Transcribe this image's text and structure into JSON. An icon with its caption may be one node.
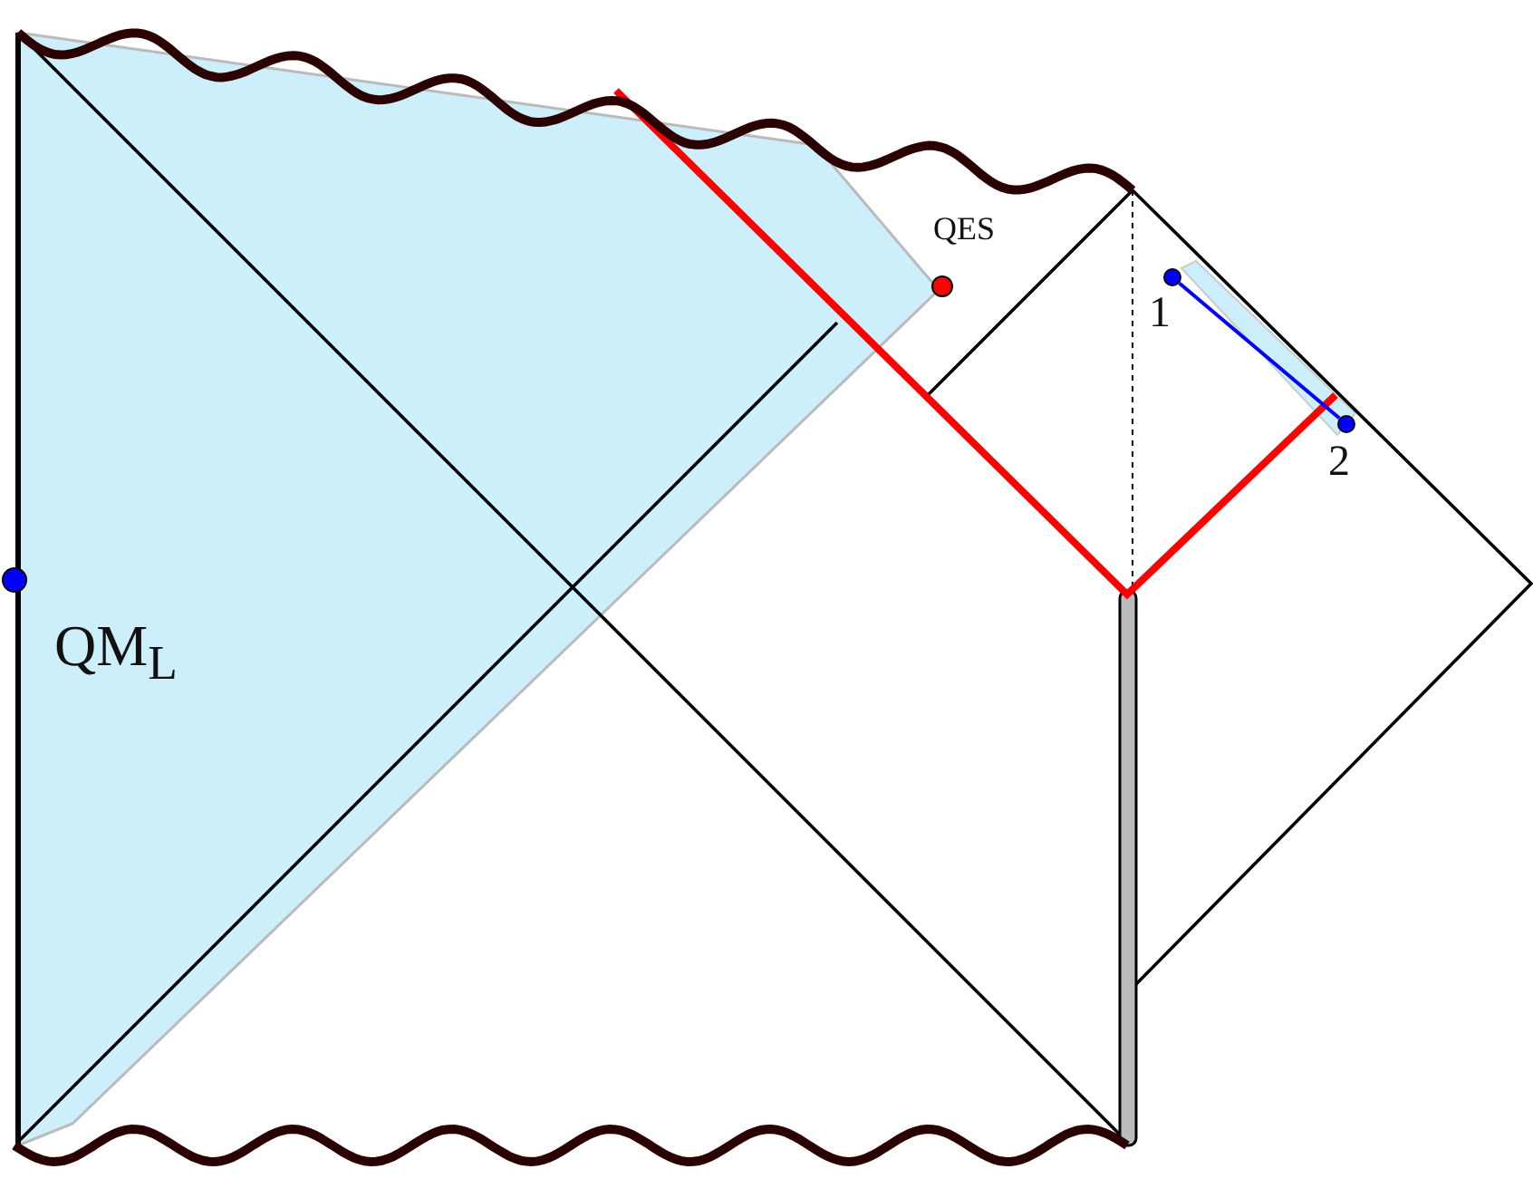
{
  "diagram": {
    "nodes": [
      {
        "text": [],
        "shape": "circle",
        "beside": [
          "1"
        ]
      },
      {
        "text": [],
        "shape": "circle",
        "beside": [
          "2"
        ]
      },
      {
        "text": [],
        "shape": "circle",
        "beside": [
          "QES"
        ]
      },
      {
        "text": [],
        "shape": "circle",
        "beside": [
          "QM$_{L}$"
        ]
      }
    ],
    "edges": [
      {
        "from": 0,
        "to": 1,
        "arrow": "none",
        "color": "#0000ff"
      }
    ]
  }
}
